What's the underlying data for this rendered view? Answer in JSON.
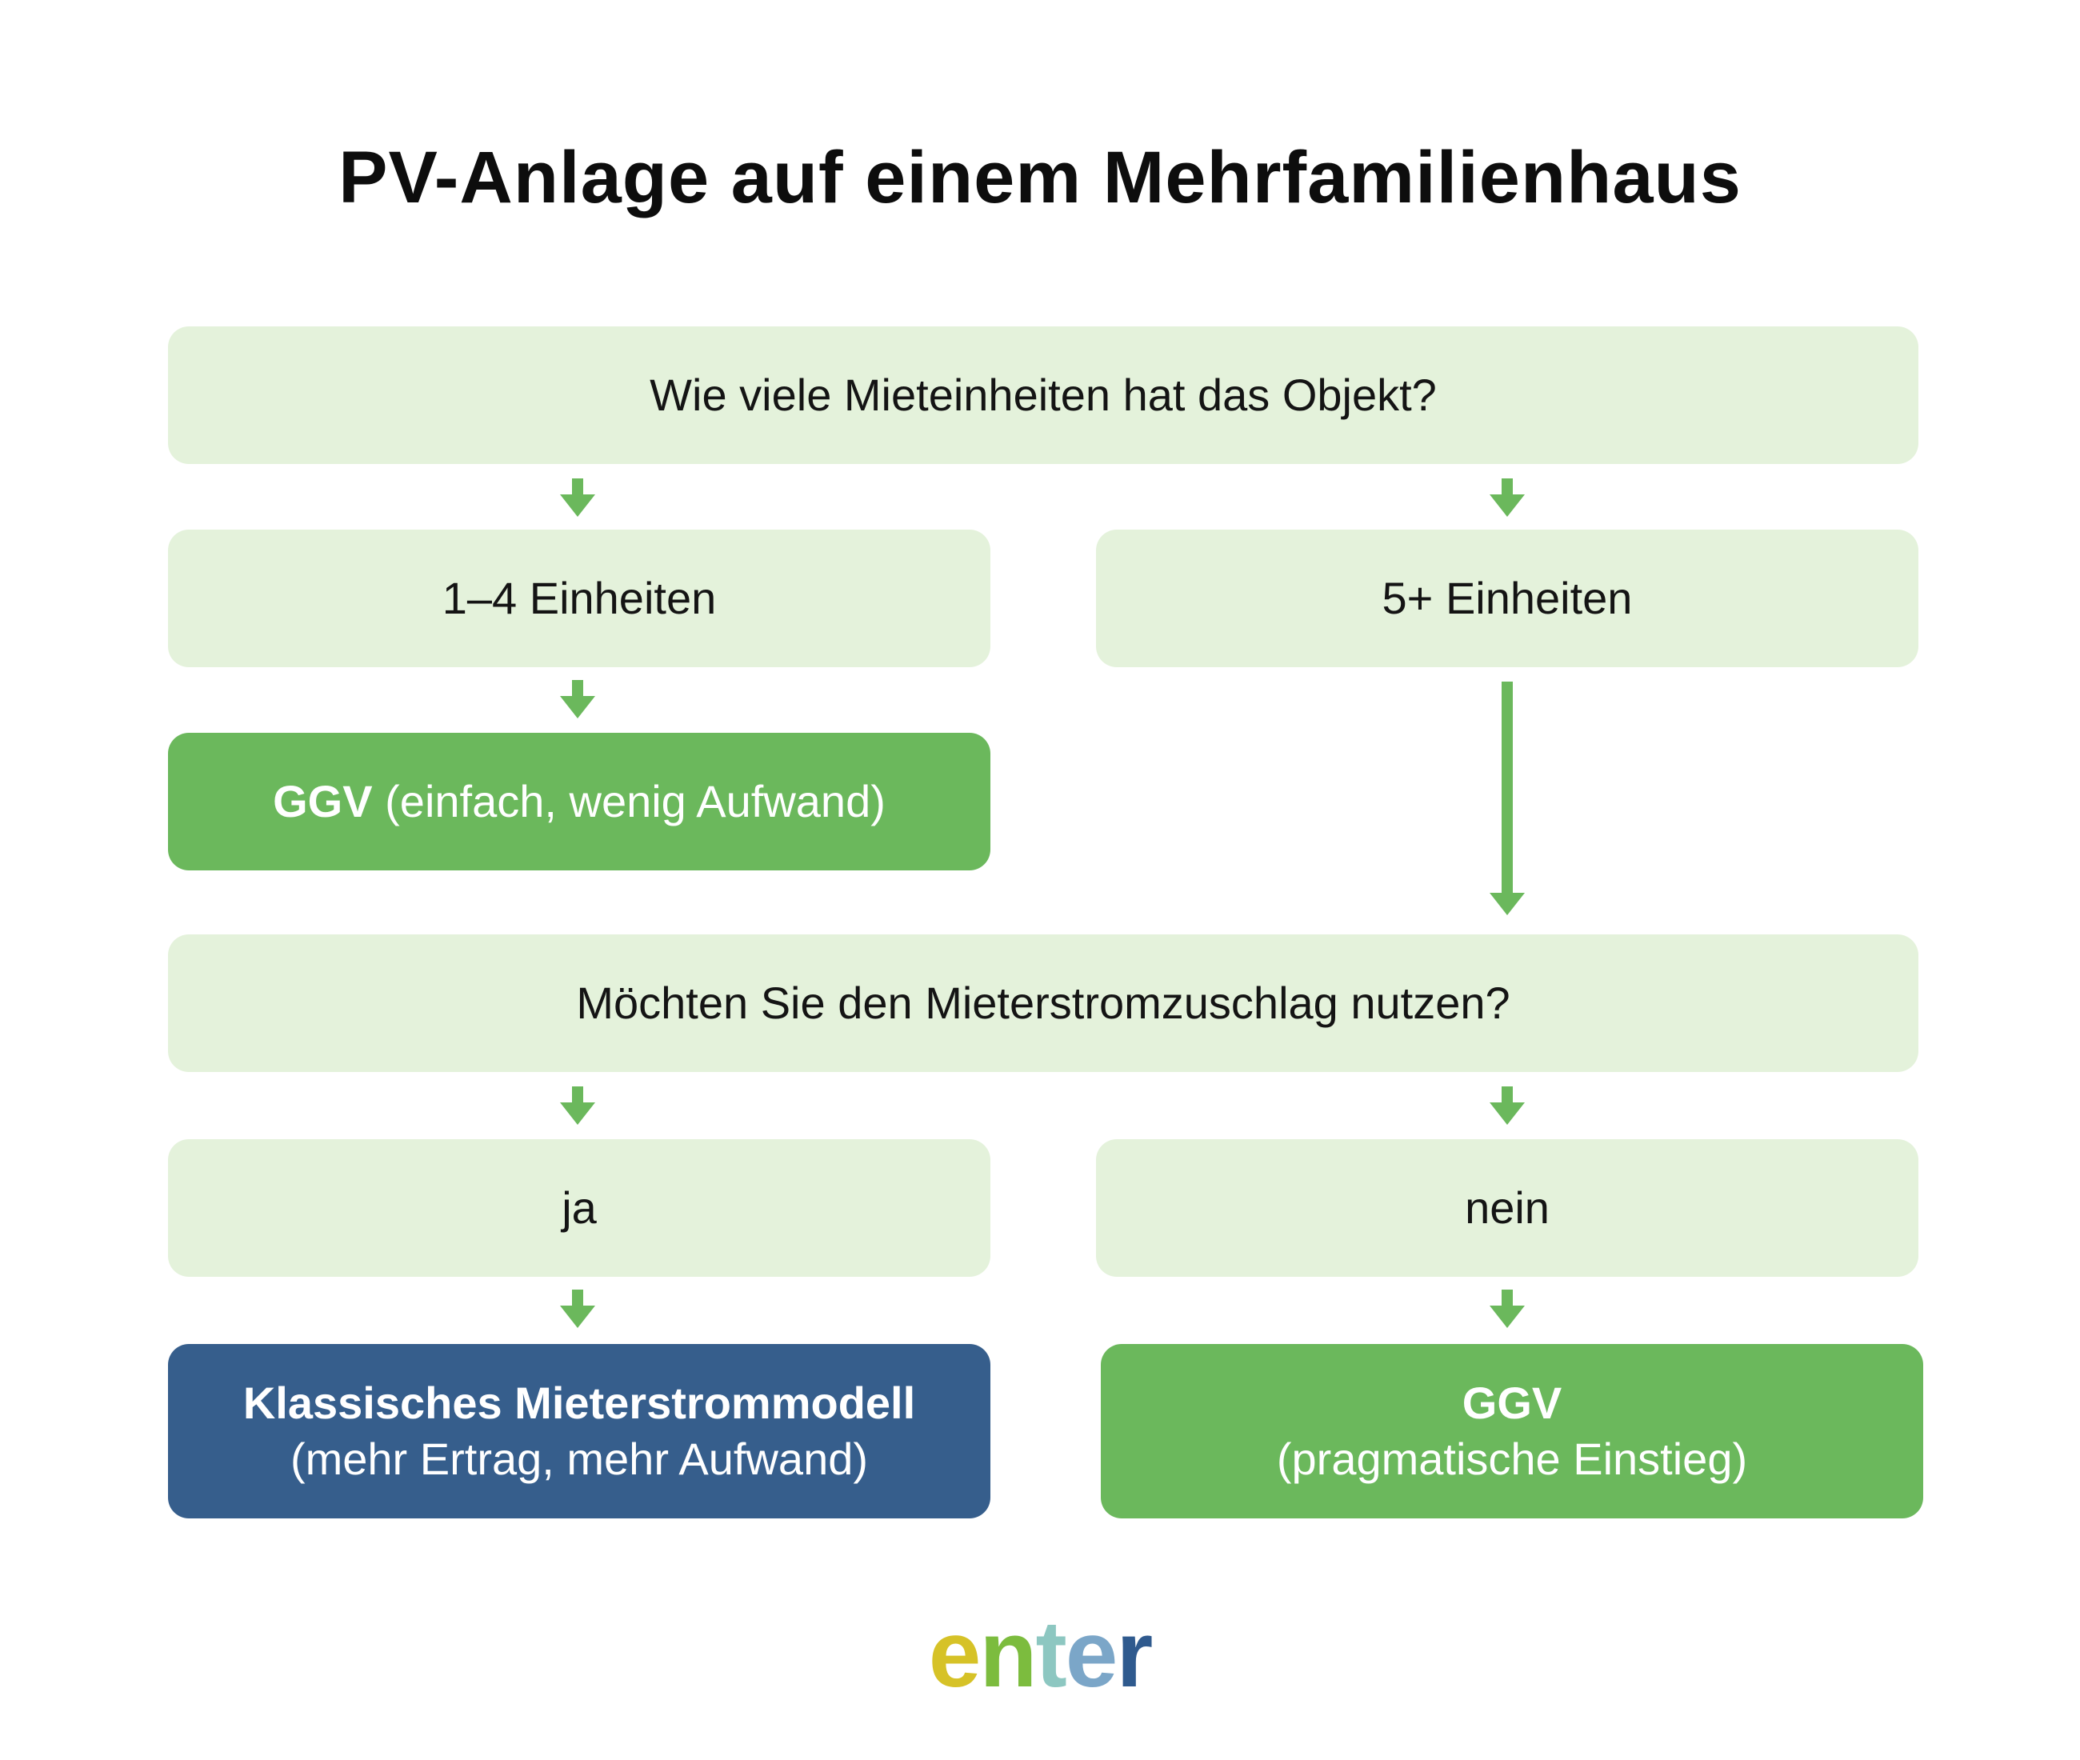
{
  "title": "PV-Anlage auf einem Mehrfamilienhaus",
  "nodes": {
    "question_units": "Wie viele Mieteinheiten hat das Objekt?",
    "units_small": "1–4 Einheiten",
    "units_large": "5+ Einheiten",
    "result_ggv_simple": {
      "bold": "GGV",
      "rest": " (einfach, wenig Aufwand)"
    },
    "question_surcharge": "Möchten Sie den Mieterstromzuschlag nutzen?",
    "answer_yes": "ja",
    "answer_no": "nein",
    "result_classic": {
      "bold": "Klassisches Mieterstrommodell",
      "rest": "(mehr Ertrag, mehr Aufwand)"
    },
    "result_ggv_pragmatic": {
      "bold": "GGV",
      "rest": "(pragmatische Einstieg)"
    }
  },
  "logo": {
    "letters": [
      "e",
      "n",
      "t",
      "e",
      "r"
    ],
    "colors": [
      "#d6c227",
      "#7cbc3e",
      "#8dc7c1",
      "#7ba6c8",
      "#2f5a8e"
    ]
  },
  "colors": {
    "light": "#e4f2db",
    "green": "#6bb85c",
    "blue": "#365e8c",
    "arrow": "#6bb85c"
  }
}
